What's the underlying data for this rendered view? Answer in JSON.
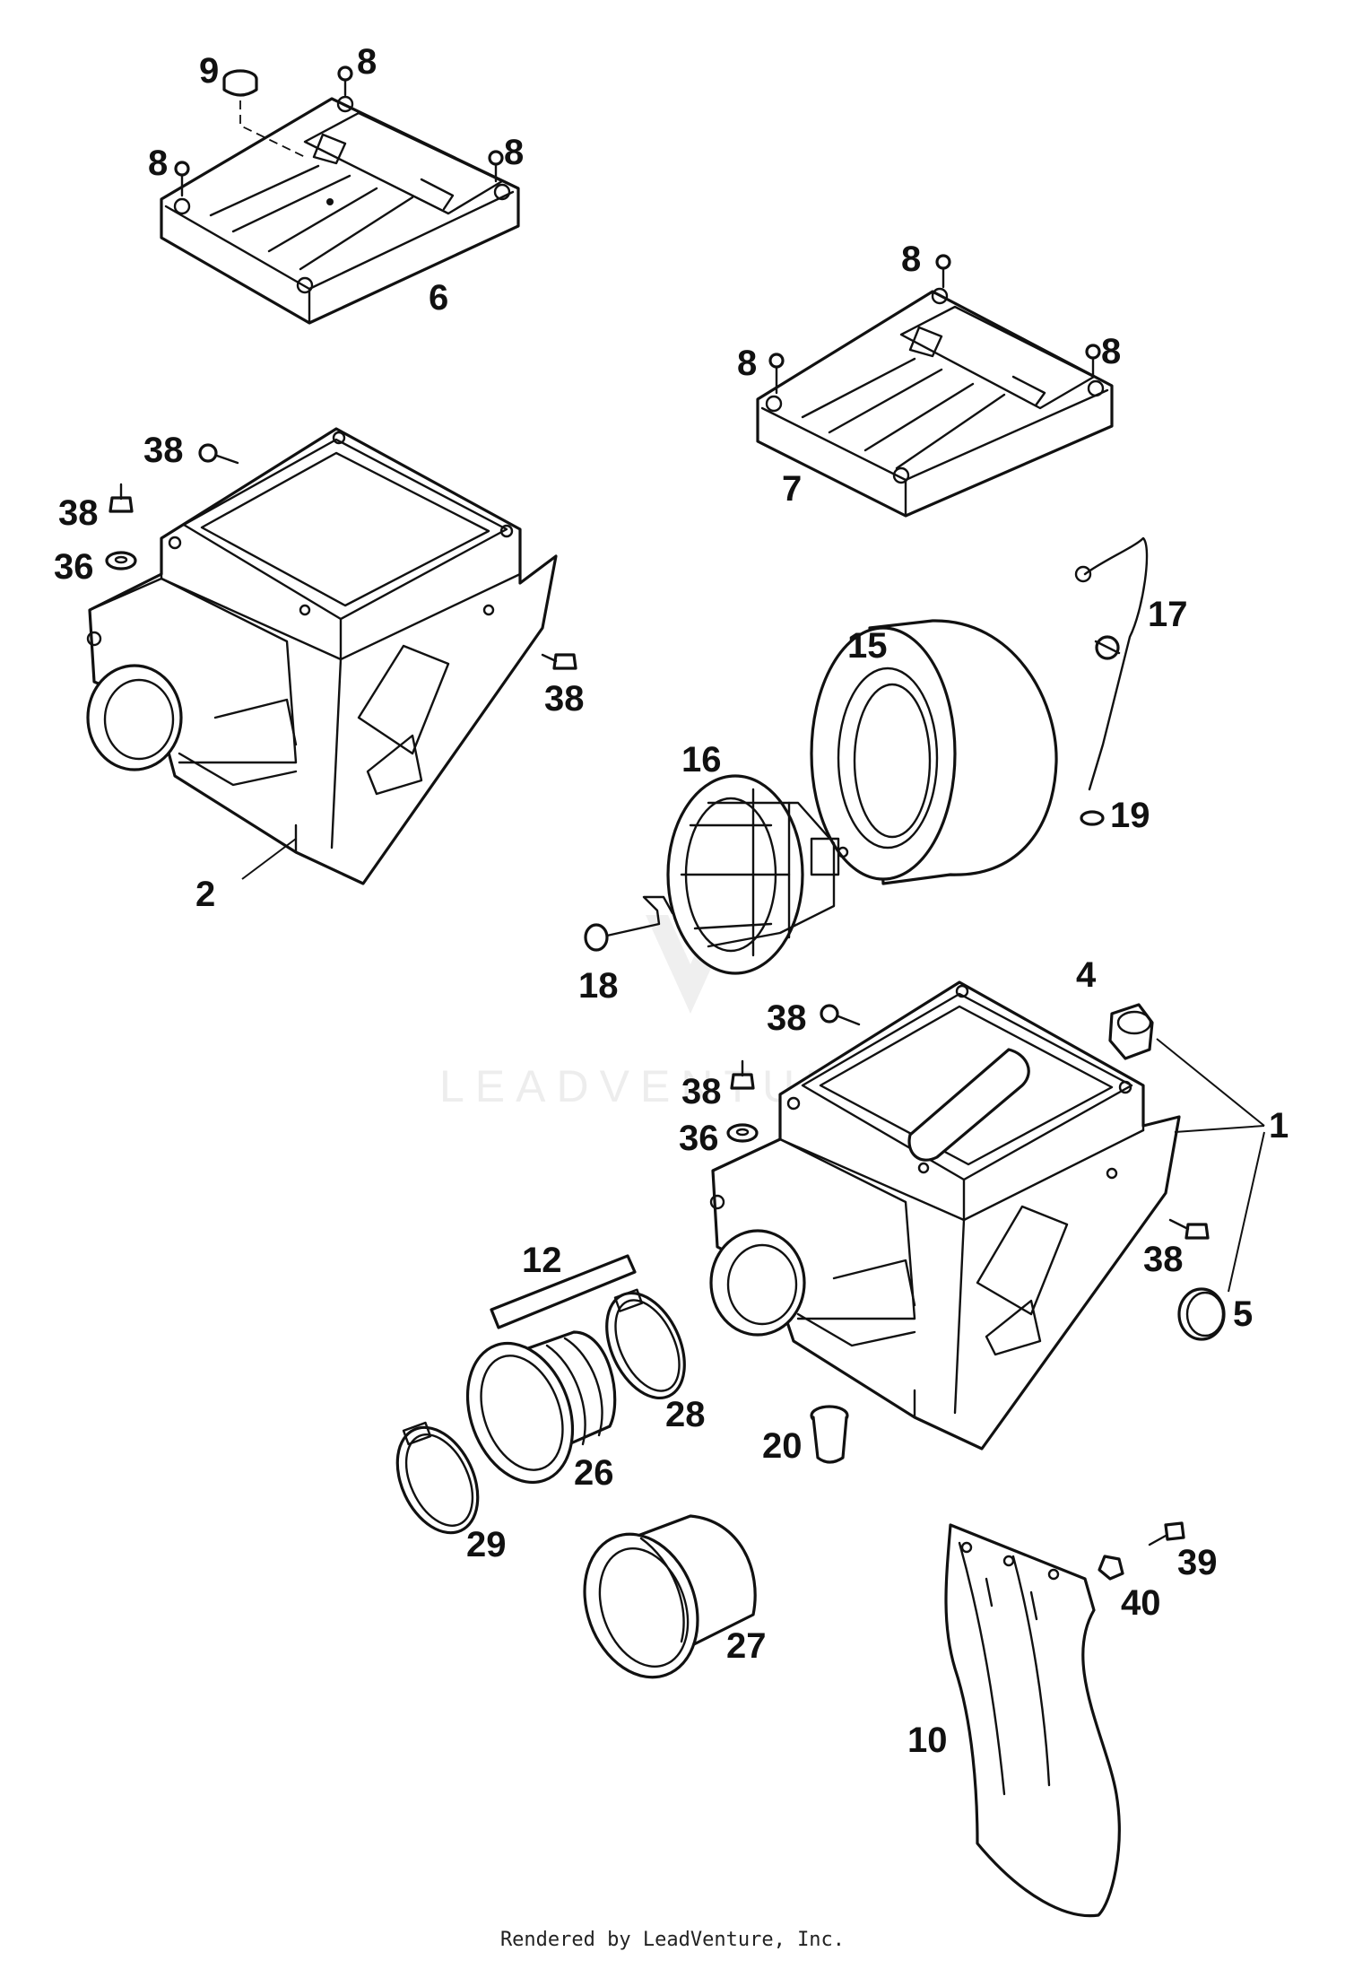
{
  "diagram": {
    "callouts": {
      "c9": "9",
      "c8a": "8",
      "c8b": "8",
      "c8c": "8",
      "c6": "6",
      "c8d": "8",
      "c8e": "8",
      "c8f": "8",
      "c7": "7",
      "c38a": "38",
      "c38b": "38",
      "c36a": "36",
      "c38c": "38",
      "c2": "2",
      "c15": "15",
      "c16": "16",
      "c17": "17",
      "c19": "19",
      "c18": "18",
      "c4": "4",
      "c38d": "38",
      "c38e": "38",
      "c36b": "36",
      "c1": "1",
      "c38f": "38",
      "c5": "5",
      "c12": "12",
      "c28": "28",
      "c20": "20",
      "c26": "26",
      "c29": "29",
      "c27": "27",
      "c39": "39",
      "c40": "40",
      "c10": "10"
    },
    "watermark": "LEADVENTURE"
  },
  "footer": {
    "text": "Rendered by LeadVenture, Inc."
  }
}
